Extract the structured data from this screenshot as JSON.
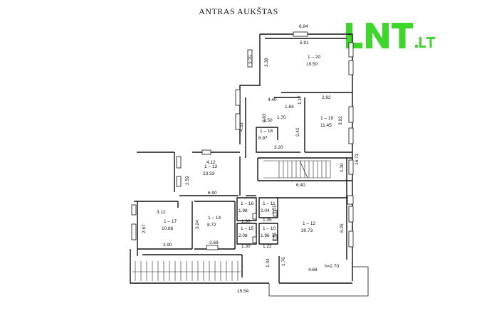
{
  "title": "ANTRAS AUKŠTAS",
  "logo": {
    "main": "LNT",
    "suffix": ".LT",
    "color": "#3dd62b"
  },
  "rooms": [
    {
      "id": "1 – 20",
      "area": "19.50"
    },
    {
      "id": "1 – 19",
      "area": "11.45"
    },
    {
      "id": "1 – 18",
      "area": "6.97"
    },
    {
      "id": "1 – 13",
      "area": "23.33"
    },
    {
      "id": "1 – 17",
      "area": "10.86"
    },
    {
      "id": "1 – 14",
      "area": "8.72"
    },
    {
      "id": "1 – 16",
      "area": "1.98"
    },
    {
      "id": "1 – 15",
      "area": "2.08"
    },
    {
      "id": "1 – 11",
      "area": "2.04"
    },
    {
      "id": "1 – 10",
      "area": "1.96"
    },
    {
      "id": "1 – 12",
      "area": "30.73"
    }
  ],
  "dimensions": [
    "6.84",
    "5.91",
    "3.75",
    "3.38",
    "4.40",
    "2.92",
    "1.84",
    "1.17",
    "1.50",
    "1.70",
    "0.92",
    "4.33",
    "2.41",
    "3.92",
    "3.20",
    "16.73",
    "4.12",
    "2.59",
    "1.30",
    "6.40",
    "6.90",
    "3.12",
    "2.67",
    "3.24",
    "1.30",
    "1.51",
    "1.35",
    "6.25",
    "1.30",
    "1.61",
    "1.22",
    "3.90",
    "2.69",
    "1.76",
    "1.34",
    "4.68",
    "15.54"
  ],
  "height_note": "h=2.70"
}
